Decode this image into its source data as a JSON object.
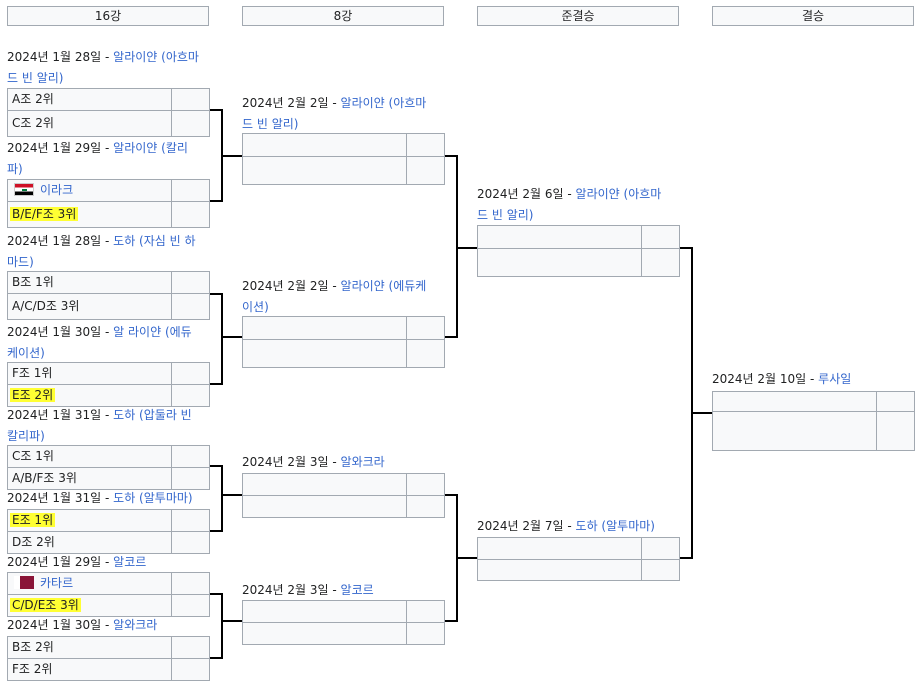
{
  "headers": {
    "r16": "16강",
    "qf": "8강",
    "sf": "준결승",
    "final": "결승"
  },
  "r16": [
    {
      "date": "2024년 1월 28일 - ",
      "venue_line1": "알라이얀 (아흐마",
      "venue_line2": "드 빈 알리)",
      "team1": "A조 2위",
      "team2": "C조 2위"
    },
    {
      "date": "2024년 1월 29일 - ",
      "venue_line1": "알라이얀 (칼리",
      "venue_line2": "파)",
      "team1": "이라크",
      "team1_flag": "iraq-flag-icon",
      "team2": "B/E/F조 3위",
      "team2_highlight": true
    },
    {
      "date": "2024년 1월 28일 - ",
      "venue_line1": "도하 (자심 빈 하",
      "venue_line2": "마드)",
      "team1": "B조 1위",
      "team2": "A/C/D조 3위"
    },
    {
      "date": "2024년 1월 30일 - ",
      "venue_line1": "알 라이얀 (에듀",
      "venue_line2": "케이션)",
      "team1": "F조 1위",
      "team2": "E조 2위",
      "team2_highlight": true
    },
    {
      "date": "2024년 1월 31일 - ",
      "venue_line1": "도하 (압둘라 빈",
      "venue_line2": "칼리파)",
      "team1": "C조 1위",
      "team2": "A/B/F조 3위"
    },
    {
      "date": "2024년 1월 31일 - ",
      "venue_line1": "도하 (알투마마)",
      "venue_line2": "",
      "team1": "E조 1위",
      "team1_highlight": true,
      "team2": "D조 2위"
    },
    {
      "date": "2024년 1월 29일 - ",
      "venue_line1": "알코르",
      "venue_line2": "",
      "team1": "카타르",
      "team1_flag": "qatar-flag-icon",
      "team2": "C/D/E조 3위",
      "team2_highlight": true
    },
    {
      "date": "2024년 1월 30일 - ",
      "venue_line1": "알와크라",
      "venue_line2": "",
      "team1": "B조 2위",
      "team2": "F조 2위"
    }
  ],
  "qf": [
    {
      "date": "2024년 2월 2일 - ",
      "venue_line1": "알라이얀 (아흐마",
      "venue_line2": "드 빈 알리)"
    },
    {
      "date": "2024년 2월 2일 - ",
      "venue_line1": "알라이얀 (에듀케",
      "venue_line2": "이션)"
    },
    {
      "date": "2024년 2월 3일 - ",
      "venue_line1": "알와크라",
      "venue_line2": ""
    },
    {
      "date": "2024년 2월 3일 - ",
      "venue_line1": "알코르",
      "venue_line2": ""
    }
  ],
  "sf": [
    {
      "date": "2024년 2월 6일 - ",
      "venue_line1": "알라이얀 (아흐마",
      "venue_line2": "드 빈 알리)"
    },
    {
      "date": "2024년 2월 7일 - ",
      "venue_line1": "도하 (알투마마)",
      "venue_line2": ""
    }
  ],
  "final": {
    "date": "2024년 2월 10일 - ",
    "venue_line1": "루사일",
    "venue_line2": ""
  },
  "colors": {
    "link": "#3366cc",
    "highlight": "#ffff33",
    "border": "#a2a9b1",
    "cell_bg": "#f8f9fa",
    "connector": "#000000"
  }
}
